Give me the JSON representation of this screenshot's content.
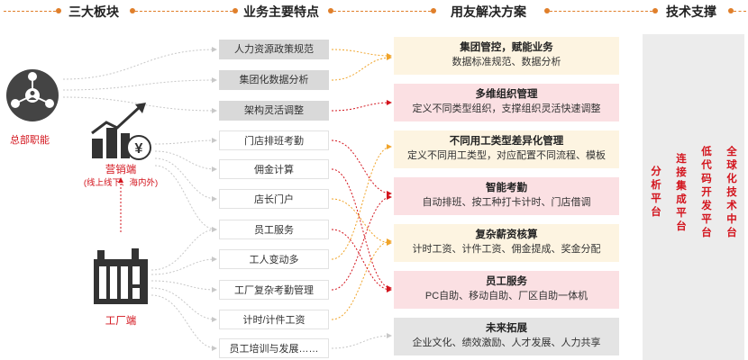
{
  "headers": {
    "blocks": "三大板块",
    "features": "业务主要特点",
    "solutions": "用友解决方案",
    "tech": "技术支撑"
  },
  "left": {
    "hq": "总部职能",
    "sales": "营销端",
    "sales_sub": "(线上线下、海内外)",
    "factory": "工厂端"
  },
  "features": [
    "人力资源政策规范",
    "集团化数据分析",
    "架构灵活调整",
    "门店排班考勤",
    "佣金计算",
    "店长门户",
    "员工服务",
    "工人变动多",
    "工厂复杂考勤管理",
    "计时/计件工资",
    "员工培训与发展……"
  ],
  "solutions": [
    {
      "title": "集团管控，赋能业务",
      "desc": "数据标准规范、数据分析"
    },
    {
      "title": "多维组织管理",
      "desc": "定义不同类型组织，支撑组织灵活快速调整"
    },
    {
      "title": "不同用工类型差异化管理",
      "desc": "定义不同用工类型，对应配置不同流程、模板"
    },
    {
      "title": "智能考勤",
      "desc": "自动排班、按工种打卡计时、门店借调"
    },
    {
      "title": "复杂薪资核算",
      "desc": "计时工资、计件工资、佣金提成、奖金分配"
    },
    {
      "title": "员工服务",
      "desc": "PC自助、移动自助、厂区自助一体机"
    },
    {
      "title": "未来拓展",
      "desc": "企业文化、绩效激励、人才发展、人力共享"
    }
  ],
  "tech": [
    "分析平台",
    "连接集成平台",
    "低代码开发平台",
    "全球化技术中台"
  ],
  "icons": {
    "currency": "¥"
  },
  "colors": {
    "accent": "#d3141d",
    "header_line": "#e07f2a",
    "gray_box": "#d9d9d9",
    "yellow_box": "#fdf4e1",
    "pink_box": "#fbe0e3",
    "gray_solution": "#e4e4e4"
  }
}
